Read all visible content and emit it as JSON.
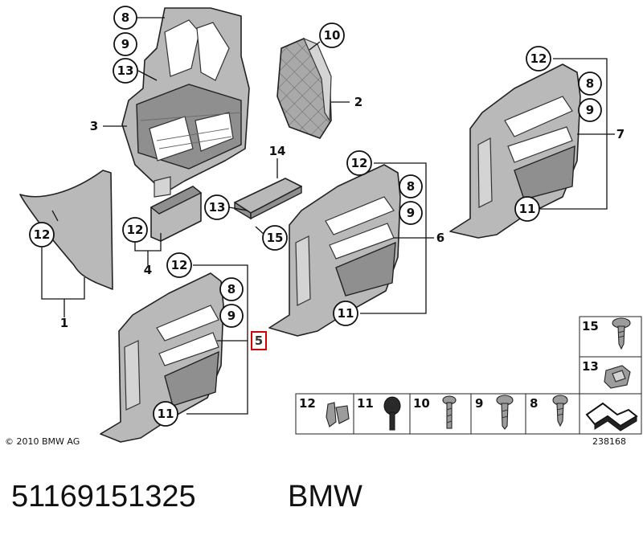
{
  "callouts": {
    "c8_top": "8",
    "c9_top": "9",
    "c13_top": "13",
    "c10": "10",
    "c12_right": "12",
    "c8_right": "8",
    "c9_right": "9",
    "c11_right": "11",
    "c12_mid": "12",
    "c8_mid": "8",
    "c9_mid": "9",
    "c11_mid": "11",
    "c13_mid": "13",
    "c15_mid": "15",
    "c12_left": "12",
    "c12_tray": "12",
    "c12_bottom": "12",
    "c8_bottom": "8",
    "c9_bottom": "9",
    "c11_bottom": "11"
  },
  "part_refs": {
    "r1": "1",
    "r2": "2",
    "r3": "3",
    "r4": "4",
    "r6": "6",
    "r7": "7",
    "r14": "14"
  },
  "highlighted_ref": "5",
  "legend": {
    "side_items": [
      "15",
      "13"
    ],
    "bottom_items": [
      "12",
      "11",
      "10",
      "9",
      "8"
    ]
  },
  "copyright": "© 2010 BMW AG",
  "diagram_number": "238168",
  "footer": {
    "part_number": "51169151325",
    "brand": "BMW"
  },
  "icons": {
    "screw": "screw-icon",
    "clip": "clip-icon",
    "rivet": "expanding-rivet-icon",
    "nut": "speed-nut-icon",
    "gasket": "seal-strip-icon"
  },
  "colors": {
    "part_fill": "#b9b9b9",
    "highlight": "#d40000"
  }
}
